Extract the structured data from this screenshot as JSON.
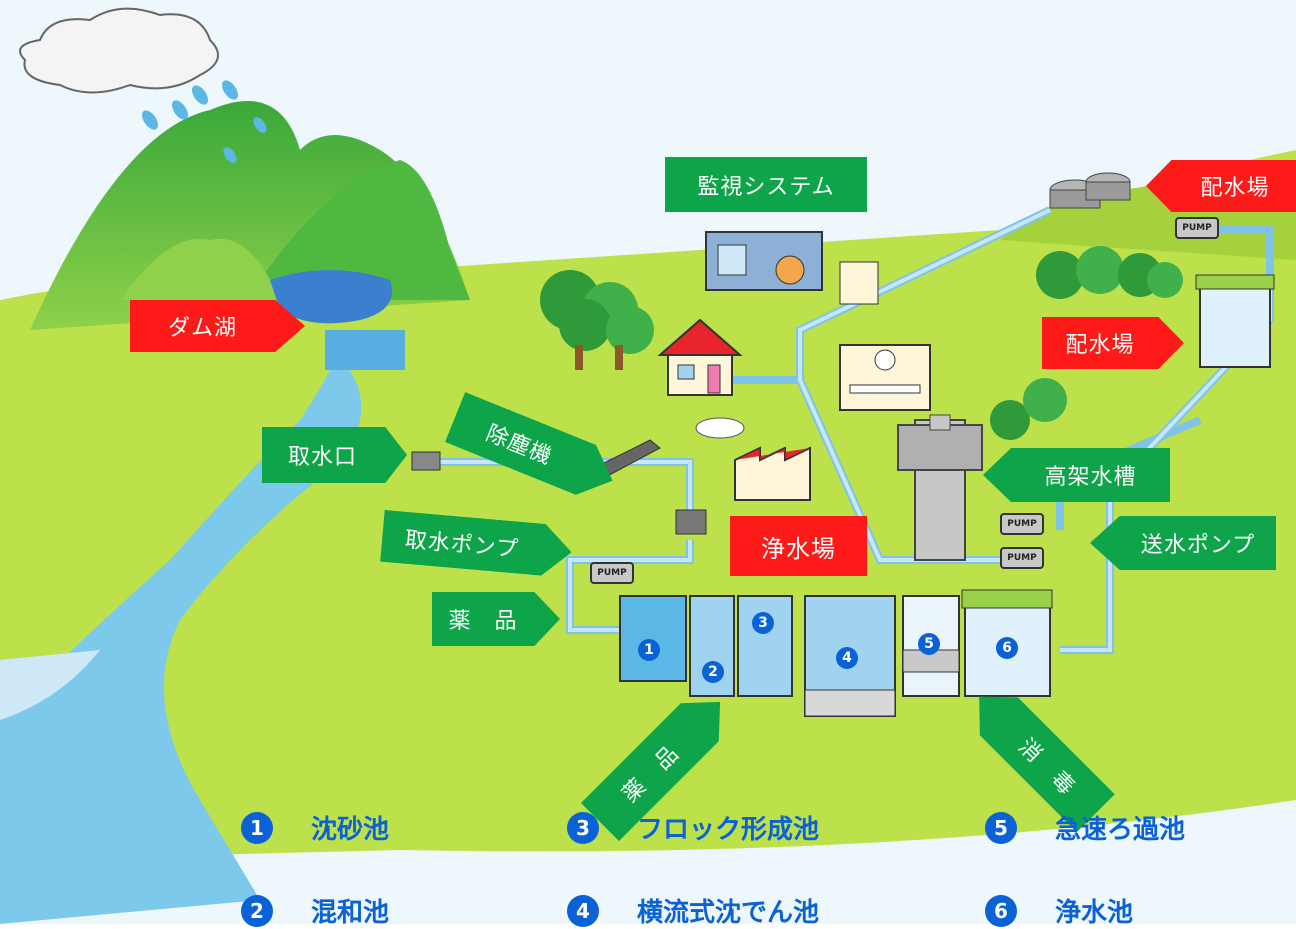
{
  "labels": {
    "dam_lake": "ダム湖",
    "intake": "取水口",
    "dust_remover": "除塵機",
    "intake_pump": "取水ポンプ",
    "chemicals_1": "薬　品",
    "chemicals_2": "薬　品",
    "monitoring_system": "監視システム",
    "distribution_top": "配水場",
    "distribution_mid": "配水場",
    "elevated_tank": "高架水槽",
    "transmission_pump": "送水ポンプ",
    "purification_plant": "浄水場",
    "disinfection": "消　毒"
  },
  "pump_text": "PUMP",
  "tank_numbers": [
    "1",
    "2",
    "3",
    "4",
    "5",
    "6"
  ],
  "legend": [
    {
      "num": "1",
      "text": "沈砂池"
    },
    {
      "num": "2",
      "text": "混和池"
    },
    {
      "num": "3",
      "text": "フロック形成池"
    },
    {
      "num": "4",
      "text": "横流式沈でん池"
    },
    {
      "num": "5",
      "text": "急速ろ過池"
    },
    {
      "num": "6",
      "text": "浄水池"
    }
  ],
  "colors": {
    "red_label": "#ff1a1a",
    "green_label": "#0ea44a",
    "legend_blue": "#0a62d6",
    "grass": "#bde14a",
    "water": "#7cc9ec",
    "pipe": "#a6d8f2"
  }
}
